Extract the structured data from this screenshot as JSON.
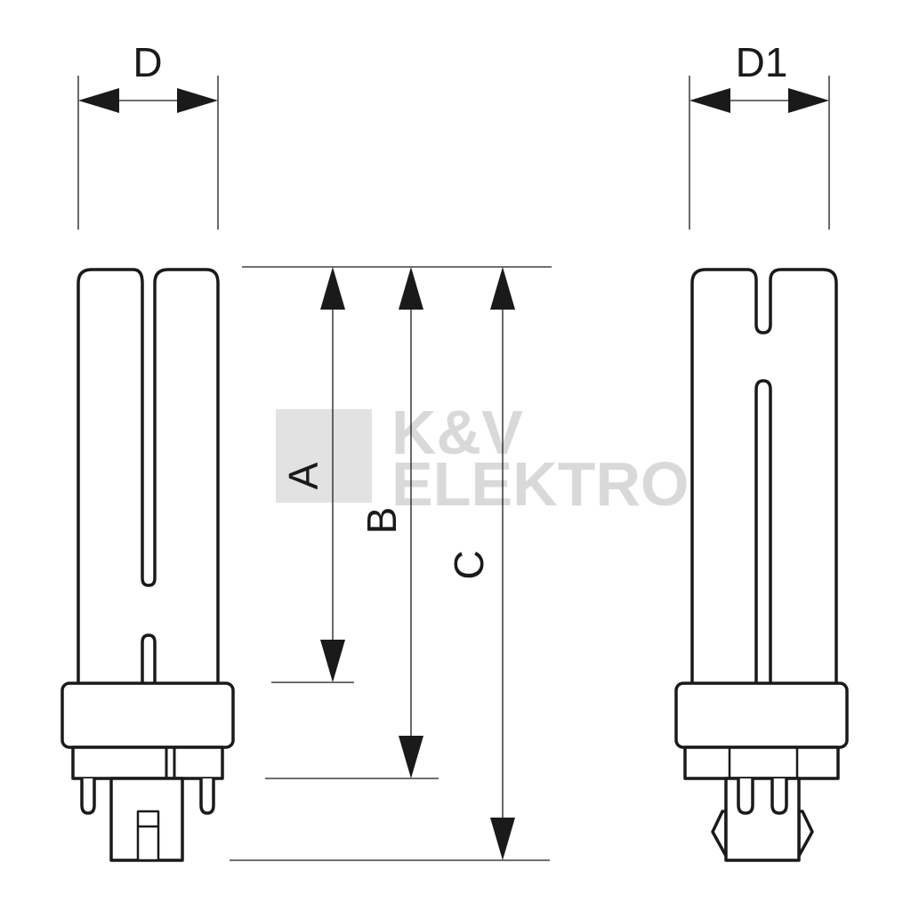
{
  "watermark": {
    "line1": "K&V",
    "line2": "ELEKTRO"
  },
  "dimensions": {
    "D": "D",
    "D1": "D1",
    "A": "A",
    "B": "B",
    "C": "C"
  }
}
